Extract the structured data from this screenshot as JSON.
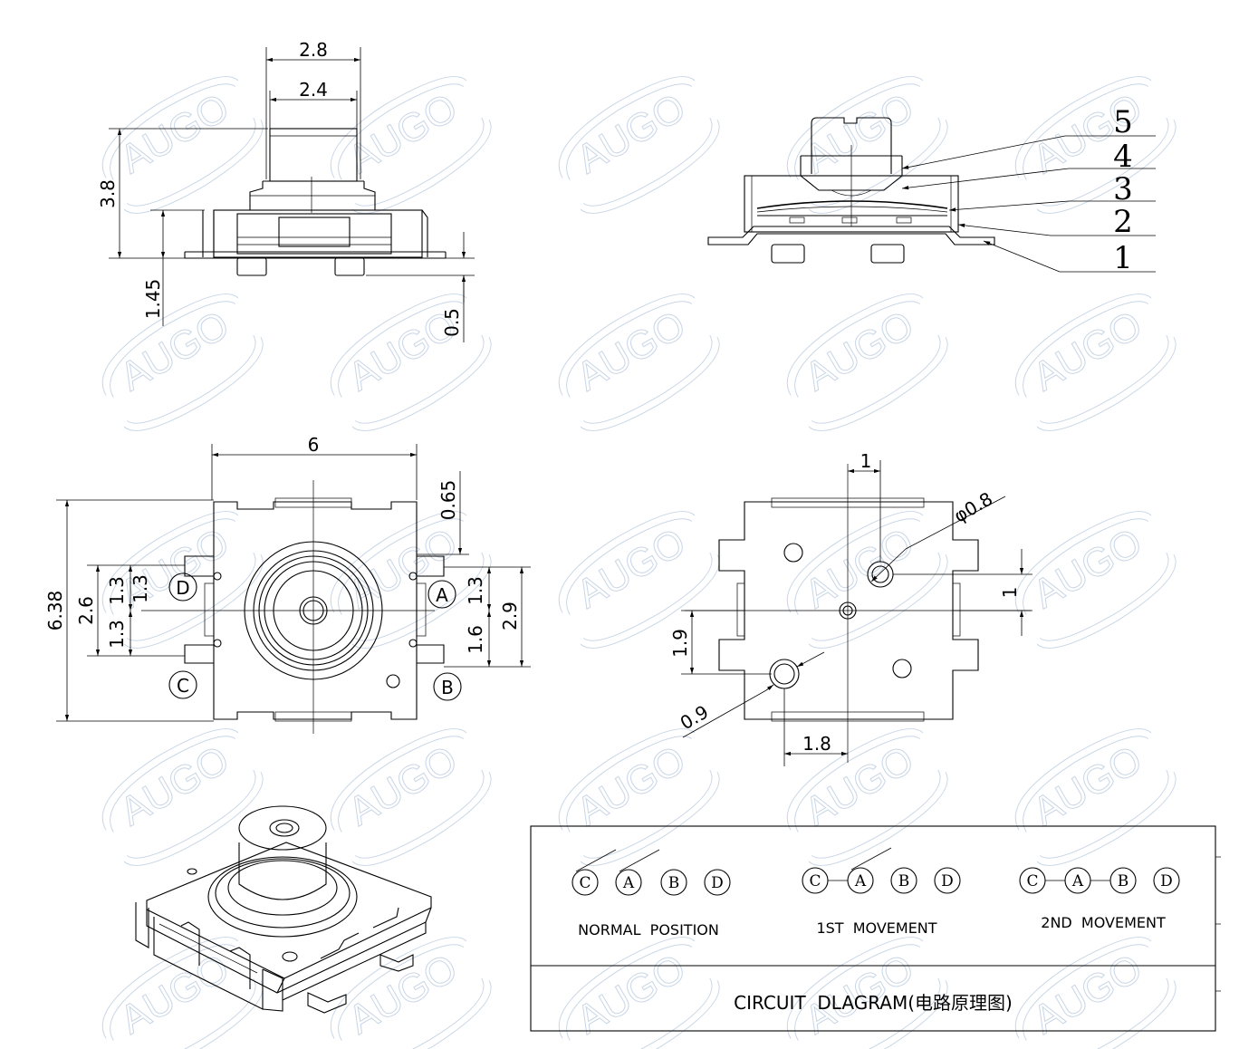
{
  "watermark": {
    "text": "AUGO"
  },
  "side_view": {
    "dims": {
      "top_outer": "2.8",
      "top_inner": "2.4",
      "height": "3.8",
      "body": "1.45",
      "terminal": "0.5"
    }
  },
  "exploded_view": {
    "parts": [
      "5",
      "4",
      "3",
      "2",
      "1"
    ]
  },
  "top_view": {
    "dims": {
      "width": "6",
      "height": "6.38",
      "top_offset": "0.65",
      "left_pitch": "2.6",
      "left_upper": "1.3",
      "left_upper2": "1.3",
      "left_lower": "1.3",
      "right_upper": "1.3",
      "right_lower": "1.6",
      "right_total": "2.9"
    },
    "terminals": {
      "top_left": "D",
      "bottom_left": "C",
      "top_right": "A",
      "bottom_right": "B"
    }
  },
  "bottom_view": {
    "dims": {
      "top_offset": "1",
      "hole_dia": "φ0.8",
      "right_offset": "1",
      "left_offset": "1.9",
      "hole_small": "0.9",
      "bottom_offset": "1.8"
    }
  },
  "circuit": {
    "states": [
      {
        "letters": [
          "C",
          "A",
          "B",
          "D"
        ],
        "label": "NORMAL  POSITION"
      },
      {
        "letters": [
          "C",
          "A",
          "B",
          "D"
        ],
        "label": "1ST  MOVEMENT"
      },
      {
        "letters": [
          "C",
          "A",
          "B",
          "D"
        ],
        "label": "2ND  MOVEMENT"
      }
    ],
    "title": "CIRCUIT  DLAGRAM(电路原理图)"
  }
}
